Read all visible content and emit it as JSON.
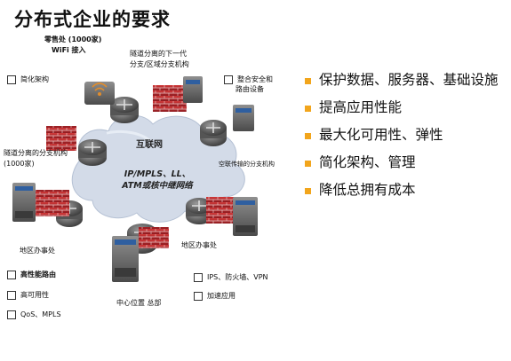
{
  "title": "分布式企业的要求",
  "diagram": {
    "cloud_top_label": "互联网",
    "cloud_bottom_label_line1": "IP/MPLS、LL、",
    "cloud_bottom_label_line2": "ATM或核中继网络",
    "labels": {
      "retail": "零售处 (1000家)",
      "wifi": "WiFi 接入",
      "tunnel_branch_next_line1": "隧道分离的下一代",
      "tunnel_branch_next_line2": "分支/区域分支机构",
      "tunnel_branch_line1": "隧道分离的分支机构",
      "tunnel_branch_line2": "(1000家)",
      "sky_branch": "空联传输的分支机构",
      "regional_left": "地区办事处",
      "regional_right": "地区办事处",
      "hq": "中心位置 总部"
    },
    "checks": {
      "simplified_arch": "简化架构",
      "integrate_security": "整合安全和",
      "routing_equipment": "路由设备",
      "high_perf_routing": "高性能路由",
      "high_availability": "高可用性",
      "qos_mpls": "QoS、MPLS",
      "ips_firewall_vpn": "IPS、防火墙、VPN",
      "accel_apps": "加速应用"
    }
  },
  "bullets": [
    "保护数据、服务器、基础设施",
    "提高应用性能",
    "最大化可用性、弹性",
    "简化架构、管理",
    "降低总拥有成本"
  ],
  "colors": {
    "bullet_marker": "#f2a51c",
    "firewall_red": "#b8222a",
    "cloud": "#d3dbe8"
  },
  "icons": [
    "router-icon",
    "firewall-icon",
    "wireless-router-icon",
    "appliance-icon"
  ]
}
